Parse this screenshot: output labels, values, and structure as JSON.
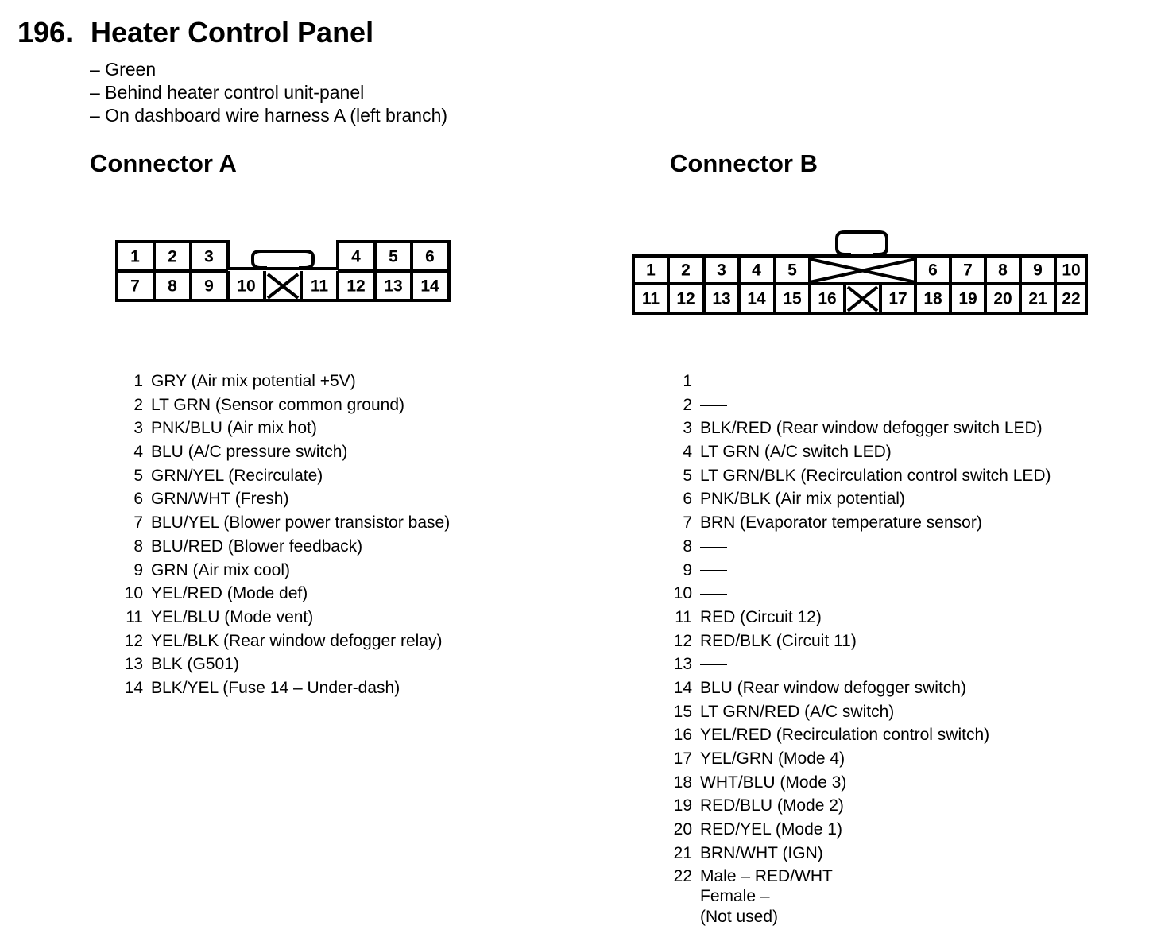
{
  "title": {
    "number": "196.",
    "text": "Heater Control Panel"
  },
  "notes": [
    "– Green",
    "– Behind heater control unit-panel",
    "– On dashboard wire harness A (left branch)"
  ],
  "connector_a": {
    "heading": "Connector A",
    "top_row_left": [
      "1",
      "2",
      "3"
    ],
    "top_row_right": [
      "4",
      "5",
      "6"
    ],
    "bottom_row": [
      "7",
      "8",
      "9",
      "10",
      "11",
      "12",
      "13",
      "14"
    ],
    "pins": [
      {
        "num": "1",
        "text": "GRY (Air mix potential +5V)"
      },
      {
        "num": "2",
        "text": "LT GRN (Sensor common ground)"
      },
      {
        "num": "3",
        "text": "PNK/BLU (Air mix hot)"
      },
      {
        "num": "4",
        "text": "BLU (A/C pressure switch)"
      },
      {
        "num": "5",
        "text": "GRN/YEL (Recirculate)"
      },
      {
        "num": "6",
        "text": "GRN/WHT (Fresh)"
      },
      {
        "num": "7",
        "text": "BLU/YEL (Blower power transistor base)"
      },
      {
        "num": "8",
        "text": "BLU/RED (Blower feedback)"
      },
      {
        "num": "9",
        "text": "GRN (Air mix cool)"
      },
      {
        "num": "10",
        "text": "YEL/RED (Mode def)"
      },
      {
        "num": "11",
        "text": "YEL/BLU (Mode vent)"
      },
      {
        "num": "12",
        "text": "YEL/BLK (Rear window defogger relay)"
      },
      {
        "num": "13",
        "text": "BLK (G501)"
      },
      {
        "num": "14",
        "text": "BLK/YEL (Fuse 14 – Under-dash)"
      }
    ]
  },
  "connector_b": {
    "heading": "Connector B",
    "top_row_left": [
      "1",
      "2",
      "3",
      "4",
      "5"
    ],
    "top_row_right": [
      "6",
      "7",
      "8",
      "9",
      "10"
    ],
    "bottom_row": [
      "11",
      "12",
      "13",
      "14",
      "15",
      "16",
      "17",
      "18",
      "19",
      "20",
      "21",
      "22"
    ],
    "pins": [
      {
        "num": "1",
        "text": ""
      },
      {
        "num": "2",
        "text": ""
      },
      {
        "num": "3",
        "text": "BLK/RED (Rear window defogger switch LED)"
      },
      {
        "num": "4",
        "text": "LT GRN (A/C switch LED)"
      },
      {
        "num": "5",
        "text": "LT GRN/BLK (Recirculation control switch LED)"
      },
      {
        "num": "6",
        "text": "PNK/BLK (Air mix potential)"
      },
      {
        "num": "7",
        "text": "BRN (Evaporator temperature sensor)"
      },
      {
        "num": "8",
        "text": ""
      },
      {
        "num": "9",
        "text": ""
      },
      {
        "num": "10",
        "text": ""
      },
      {
        "num": "11",
        "text": "RED (Circuit 12)"
      },
      {
        "num": "12",
        "text": "RED/BLK (Circuit 11)"
      },
      {
        "num": "13",
        "text": ""
      },
      {
        "num": "14",
        "text": "BLU (Rear window defogger switch)"
      },
      {
        "num": "15",
        "text": "LT GRN/RED (A/C switch)"
      },
      {
        "num": "16",
        "text": "YEL/RED (Recirculation control switch)"
      },
      {
        "num": "17",
        "text": "YEL/GRN (Mode 4)"
      },
      {
        "num": "18",
        "text": "WHT/BLU (Mode 3)"
      },
      {
        "num": "19",
        "text": "RED/BLU (Mode 2)"
      },
      {
        "num": "20",
        "text": "RED/YEL (Mode 1)"
      },
      {
        "num": "21",
        "text": "BRN/WHT (IGN)"
      },
      {
        "num": "22",
        "text": "Male – RED/WHT"
      }
    ],
    "pin22_extra": [
      "Female –",
      "(Not used)"
    ]
  }
}
